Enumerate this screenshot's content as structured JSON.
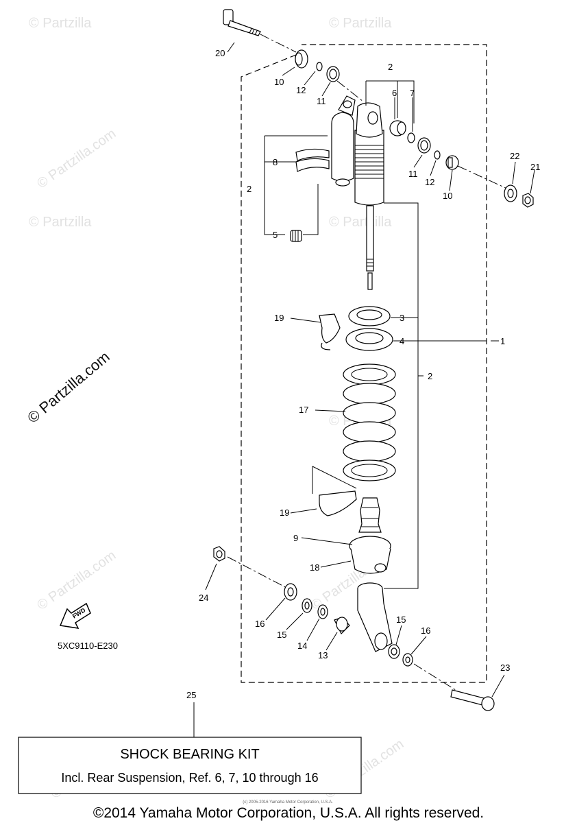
{
  "watermarks": [
    "© Partzilla",
    "© Partzilla.com"
  ],
  "callouts": {
    "c1": "1",
    "c2a": "2",
    "c2b": "2",
    "c2c": "2",
    "c3": "3",
    "c4": "4",
    "c5": "5",
    "c6": "6",
    "c7": "7",
    "c8": "8",
    "c9": "9",
    "c10a": "10",
    "c10b": "10",
    "c11a": "11",
    "c11b": "11",
    "c12a": "12",
    "c12b": "12",
    "c13": "13",
    "c14": "14",
    "c15a": "15",
    "c15b": "15",
    "c16a": "16",
    "c16b": "16",
    "c17": "17",
    "c18": "18",
    "c19a": "19",
    "c19b": "19",
    "c20": "20",
    "c21": "21",
    "c22": "22",
    "c23": "23",
    "c24": "24",
    "c25": "25"
  },
  "fwd_label": "FWD",
  "diagram_code": "5XC9110-E230",
  "kit_box": {
    "title": "SHOCK BEARING KIT",
    "subtitle": "Incl. Rear Suspension, Ref. 6, 7, 10 through 16"
  },
  "small_print": "(c) 2005-2016 Yamaha Motor Corporation, U.S.A.",
  "copyright": "©2014 Yamaha Motor Corporation, U.S.A. All rights reserved."
}
